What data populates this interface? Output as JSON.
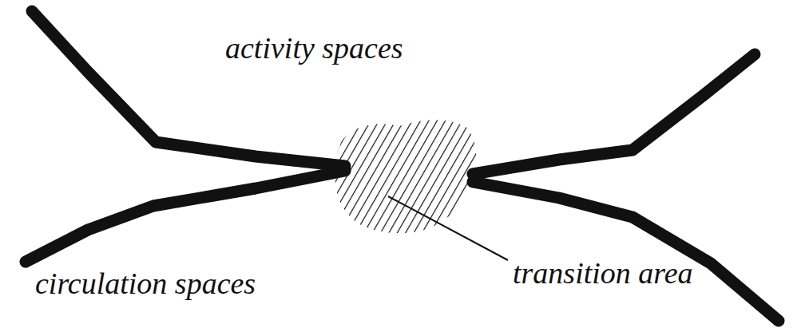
{
  "diagram": {
    "labels": [
      "activity spaces",
      "circulation spaces",
      "transition area"
    ]
  }
}
